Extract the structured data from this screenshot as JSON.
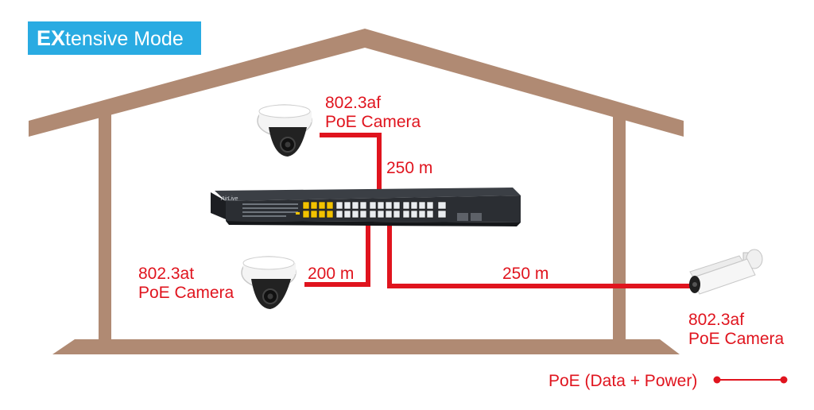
{
  "mode_badge": {
    "prefix": "EX",
    "suffix": "tensive Mode"
  },
  "cameras": {
    "top": {
      "standard": "802.3af",
      "name": "PoE Camera"
    },
    "left": {
      "standard": "802.3at",
      "name": "PoE Camera"
    },
    "bullet": {
      "standard": "802.3af",
      "name": "PoE Camera"
    }
  },
  "distances": {
    "top": "250 m",
    "left": "200 m",
    "right": "250 m"
  },
  "switch_brand": "AirLive",
  "legend": {
    "label": "PoE (Data + Power)"
  },
  "colors": {
    "house": "#b08a73",
    "cable": "#e0141e",
    "badge": "#29abe2",
    "switch": "#2b2e33",
    "poe_port": "#f2c200"
  }
}
